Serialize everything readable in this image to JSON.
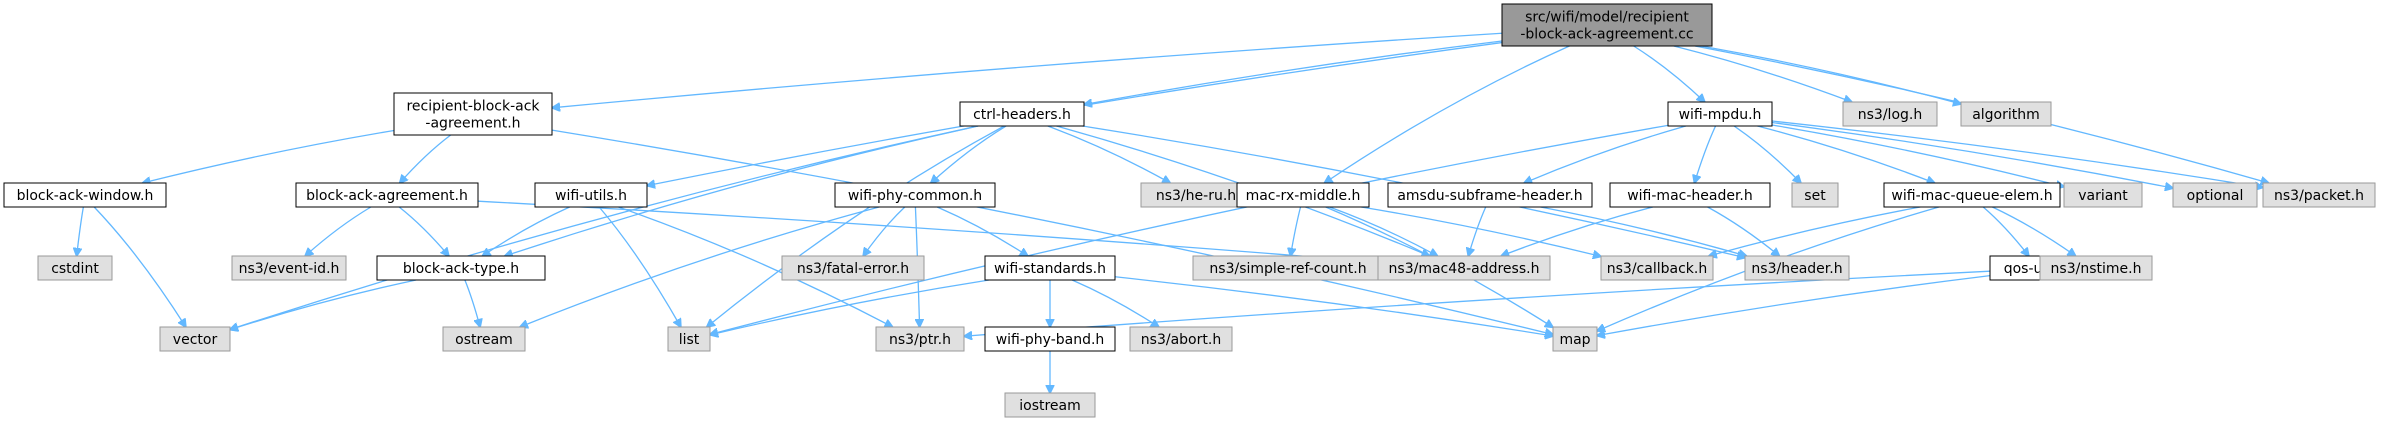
{
  "colors": {
    "root_fill": "#999999",
    "documented_fill": "#ffffff",
    "documented_stroke": "#000000",
    "external_fill": "#e0e0e0",
    "external_stroke": "#999999",
    "edge": "#63b8ff"
  },
  "nodes": [
    {
      "id": "root",
      "kind": "root",
      "lines": [
        "src/wifi/model/recipient",
        "-block-ack-agreement.cc"
      ]
    },
    {
      "id": "rbaa",
      "kind": "documented",
      "lines": [
        "recipient-block-ack",
        "-agreement.h"
      ]
    },
    {
      "id": "ctrl",
      "kind": "documented",
      "lines": [
        "ctrl-headers.h"
      ]
    },
    {
      "id": "mpdu",
      "kind": "documented",
      "lines": [
        "wifi-mpdu.h"
      ]
    },
    {
      "id": "log",
      "kind": "external",
      "lines": [
        "ns3/log.h"
      ]
    },
    {
      "id": "algorithm",
      "kind": "external",
      "lines": [
        "algorithm"
      ]
    },
    {
      "id": "baw",
      "kind": "documented",
      "lines": [
        "block-ack-window.h"
      ]
    },
    {
      "id": "baa",
      "kind": "documented",
      "lines": [
        "block-ack-agreement.h"
      ]
    },
    {
      "id": "wutils",
      "kind": "documented",
      "lines": [
        "wifi-utils.h"
      ]
    },
    {
      "id": "wpc",
      "kind": "documented",
      "lines": [
        "wifi-phy-common.h"
      ]
    },
    {
      "id": "heru",
      "kind": "external",
      "lines": [
        "ns3/he-ru.h"
      ]
    },
    {
      "id": "mrm",
      "kind": "documented",
      "lines": [
        "mac-rx-middle.h"
      ]
    },
    {
      "id": "ash",
      "kind": "documented",
      "lines": [
        "amsdu-subframe-header.h"
      ]
    },
    {
      "id": "wmh",
      "kind": "documented",
      "lines": [
        "wifi-mac-header.h"
      ]
    },
    {
      "id": "set",
      "kind": "external",
      "lines": [
        "set"
      ]
    },
    {
      "id": "wmqe",
      "kind": "documented",
      "lines": [
        "wifi-mac-queue-elem.h"
      ]
    },
    {
      "id": "variant",
      "kind": "external",
      "lines": [
        "variant"
      ]
    },
    {
      "id": "optional",
      "kind": "external",
      "lines": [
        "optional"
      ]
    },
    {
      "id": "packet",
      "kind": "external",
      "lines": [
        "ns3/packet.h"
      ]
    },
    {
      "id": "cstdint",
      "kind": "external",
      "lines": [
        "cstdint"
      ]
    },
    {
      "id": "eventid",
      "kind": "external",
      "lines": [
        "ns3/event-id.h"
      ]
    },
    {
      "id": "bat",
      "kind": "documented",
      "lines": [
        "block-ack-type.h"
      ]
    },
    {
      "id": "fatal",
      "kind": "external",
      "lines": [
        "ns3/fatal-error.h"
      ]
    },
    {
      "id": "wstd",
      "kind": "documented",
      "lines": [
        "wifi-standards.h"
      ]
    },
    {
      "id": "srcount",
      "kind": "external",
      "lines": [
        "ns3/simple-ref-count.h"
      ]
    },
    {
      "id": "mac48",
      "kind": "external",
      "lines": [
        "ns3/mac48-address.h"
      ]
    },
    {
      "id": "callback",
      "kind": "external",
      "lines": [
        "ns3/callback.h"
      ]
    },
    {
      "id": "header",
      "kind": "external",
      "lines": [
        "ns3/header.h"
      ]
    },
    {
      "id": "qos",
      "kind": "documented",
      "lines": [
        "qos-utils.h"
      ]
    },
    {
      "id": "nstime",
      "kind": "external",
      "lines": [
        "ns3/nstime.h"
      ]
    },
    {
      "id": "vector",
      "kind": "external",
      "lines": [
        "vector"
      ]
    },
    {
      "id": "ostream",
      "kind": "external",
      "lines": [
        "ostream"
      ]
    },
    {
      "id": "list",
      "kind": "external",
      "lines": [
        "list"
      ]
    },
    {
      "id": "ptr",
      "kind": "external",
      "lines": [
        "ns3/ptr.h"
      ]
    },
    {
      "id": "wpb",
      "kind": "documented",
      "lines": [
        "wifi-phy-band.h"
      ]
    },
    {
      "id": "abort",
      "kind": "external",
      "lines": [
        "ns3/abort.h"
      ]
    },
    {
      "id": "map",
      "kind": "external",
      "lines": [
        "map"
      ]
    },
    {
      "id": "iostream",
      "kind": "external",
      "lines": [
        "iostream"
      ]
    }
  ],
  "edges": [
    [
      "root",
      "rbaa"
    ],
    [
      "root",
      "ctrl"
    ],
    [
      "root",
      "mpdu"
    ],
    [
      "root",
      "log"
    ],
    [
      "root",
      "algorithm"
    ],
    [
      "root",
      "wutils"
    ],
    [
      "root",
      "mrm"
    ],
    [
      "root",
      "packet"
    ],
    [
      "rbaa",
      "baw"
    ],
    [
      "rbaa",
      "baa"
    ],
    [
      "rbaa",
      "map"
    ],
    [
      "baw",
      "cstdint"
    ],
    [
      "baw",
      "vector"
    ],
    [
      "baa",
      "eventid"
    ],
    [
      "baa",
      "bat"
    ],
    [
      "baa",
      "mac48"
    ],
    [
      "bat",
      "vector"
    ],
    [
      "bat",
      "ostream"
    ],
    [
      "ctrl",
      "bat"
    ],
    [
      "ctrl",
      "wpc"
    ],
    [
      "ctrl",
      "heru"
    ],
    [
      "ctrl",
      "list"
    ],
    [
      "ctrl",
      "vector"
    ],
    [
      "ctrl",
      "mac48"
    ],
    [
      "ctrl",
      "header"
    ],
    [
      "wutils",
      "bat"
    ],
    [
      "wutils",
      "list"
    ],
    [
      "wutils",
      "ptr"
    ],
    [
      "wpc",
      "fatal"
    ],
    [
      "wpc",
      "wstd"
    ],
    [
      "wpc",
      "ostream"
    ],
    [
      "wpc",
      "ptr"
    ],
    [
      "wstd",
      "wpb"
    ],
    [
      "wstd",
      "abort"
    ],
    [
      "wstd",
      "list"
    ],
    [
      "wstd",
      "map"
    ],
    [
      "wpb",
      "iostream"
    ],
    [
      "mrm",
      "srcount"
    ],
    [
      "mrm",
      "mac48"
    ],
    [
      "mrm",
      "map"
    ],
    [
      "mrm",
      "callback"
    ],
    [
      "mpdu",
      "ash"
    ],
    [
      "mpdu",
      "wmh"
    ],
    [
      "mpdu",
      "set"
    ],
    [
      "mpdu",
      "wmqe"
    ],
    [
      "mpdu",
      "variant"
    ],
    [
      "mpdu",
      "optional"
    ],
    [
      "mpdu",
      "packet"
    ],
    [
      "mpdu",
      "list"
    ],
    [
      "ash",
      "mac48"
    ],
    [
      "ash",
      "header"
    ],
    [
      "wmh",
      "mac48"
    ],
    [
      "wmh",
      "header"
    ],
    [
      "wmqe",
      "qos"
    ],
    [
      "wmqe",
      "nstime"
    ],
    [
      "wmqe",
      "callback"
    ],
    [
      "wmqe",
      "map"
    ],
    [
      "qos",
      "ptr"
    ],
    [
      "qos",
      "map"
    ]
  ]
}
